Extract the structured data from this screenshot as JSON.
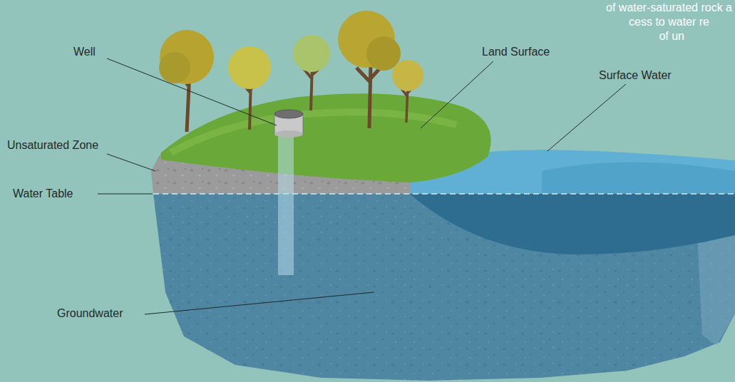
{
  "diagram": {
    "labels": [
      "Well",
      "Land Surface",
      "Surface Water",
      "Unsaturated Zone",
      "Water Table",
      "Groundwater",
      "of water-saturated rock a",
      "cess to water re",
      "of un"
    ]
  }
}
